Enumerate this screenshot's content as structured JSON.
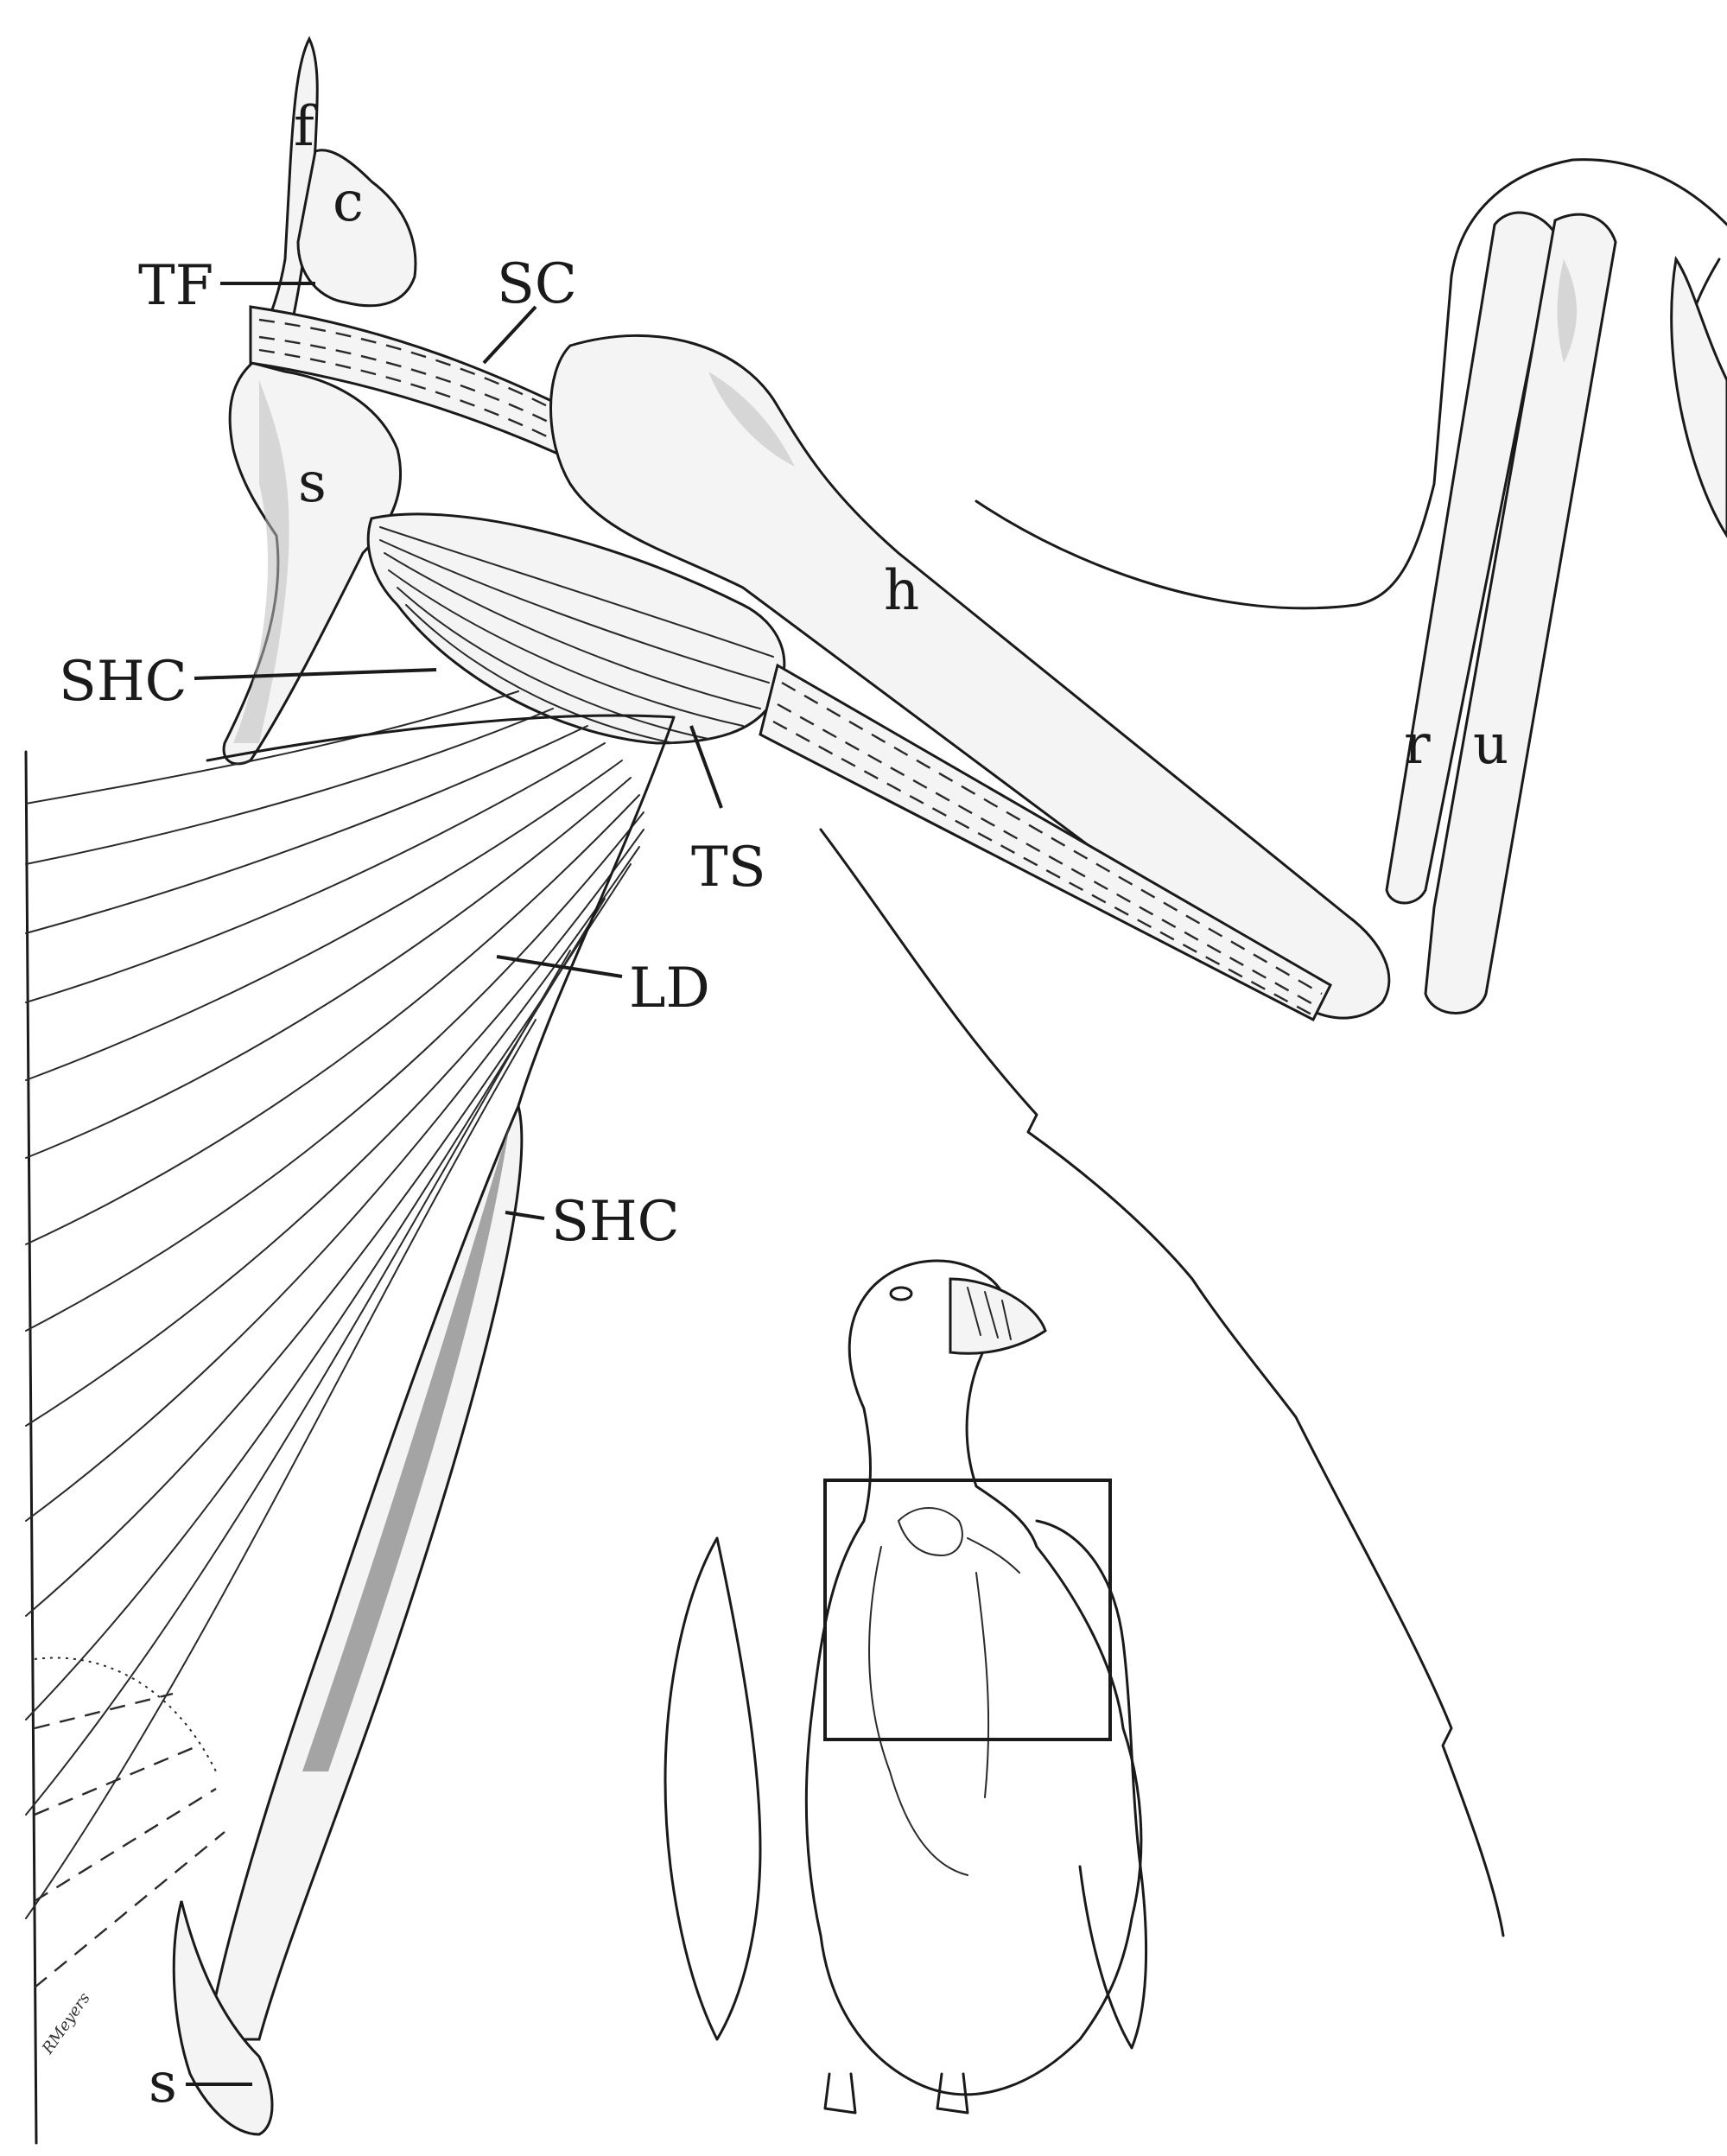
{
  "labels": {
    "f": "f",
    "c": "c",
    "TF": "TF",
    "SC": "SC",
    "s_top": "s",
    "h": "h",
    "SHC_top": "SHC",
    "r": "r",
    "u": "u",
    "TS": "TS",
    "LD": "LD",
    "SHC_mid": "SHC",
    "s_bottom": "s"
  },
  "signature": "RMeyers",
  "colors": {
    "ink": "#1a1a1a",
    "background": "#ffffff"
  }
}
